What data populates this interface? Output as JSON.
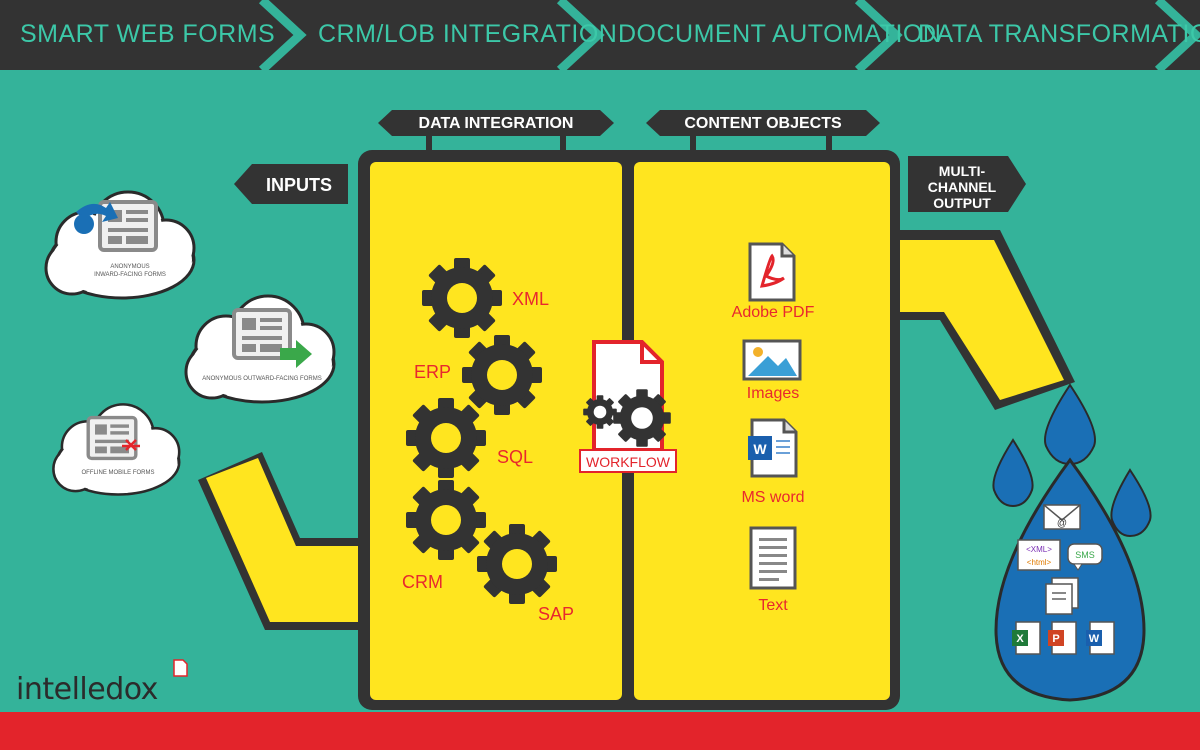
{
  "steps": [
    "SMART WEB FORMS",
    "CRM/LOB INTEGRATION",
    "DOCUMENT AUTOMATION",
    "DATA TRANSFORMATION"
  ],
  "tags": {
    "data_integration": "DATA INTEGRATION",
    "content_objects": "CONTENT OBJECTS",
    "inputs": "INPUTS",
    "multichannel_line1": "MULTI-",
    "multichannel_line2": "CHANNEL",
    "multichannel_line3": "OUTPUT"
  },
  "clouds": {
    "inward": [
      "ANONYMOUS",
      "INWARD-FACING FORMS"
    ],
    "outward": "ANONYMOUS OUTWARD-FACING FORMS",
    "offline": "OFFLINE MOBILE FORMS"
  },
  "gears": [
    "XML",
    "ERP",
    "SQL",
    "CRM",
    "SAP"
  ],
  "workflow": "WORKFLOW",
  "content": [
    "Adobe PDF",
    "Images",
    "MS word",
    "Text"
  ],
  "drop_icons": {
    "xml": "<XML>",
    "html": "<html>",
    "sms": "SMS",
    "excel": "X",
    "ppt": "P",
    "word": "W"
  },
  "colors": {
    "teal": "#34b39a",
    "yellow": "#ffe51f",
    "dark": "#333333",
    "red": "#e3242b",
    "blue": "#1a6fb5"
  },
  "logo": "intelledox"
}
